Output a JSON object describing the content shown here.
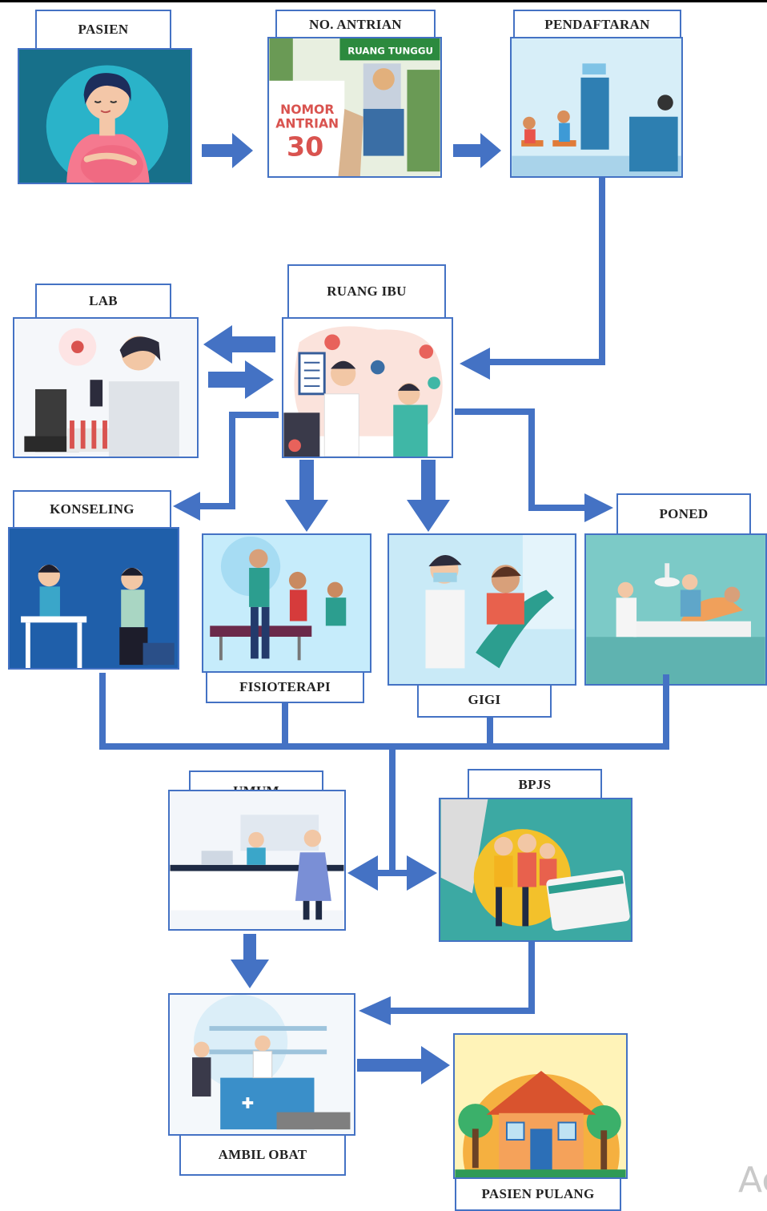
{
  "nodes": {
    "pasien": "PASIEN",
    "no_antrian": "NO. ANTRIAN",
    "pendaftaran": "PENDAFTARAN",
    "ruang_ibu": "RUANG IBU",
    "lab": "LAB",
    "konseling": "KONSELING",
    "fisioterapi": "FISIOTERAPI",
    "gigi": "GIGI",
    "poned": "PONED",
    "umum": "UMUM",
    "bpjs": "BPJS",
    "ambil_obat": "AMBIL OBAT",
    "pasien_pulang": "PASIEN PULANG"
  },
  "queue_picture": {
    "sign": "RUANG TUNGGU",
    "line1": "NOMOR",
    "line2": "ANTRIAN",
    "number": "30"
  },
  "watermark": "Ac",
  "colors": {
    "connector": "#4472c4",
    "arrow": "#4472c4"
  }
}
